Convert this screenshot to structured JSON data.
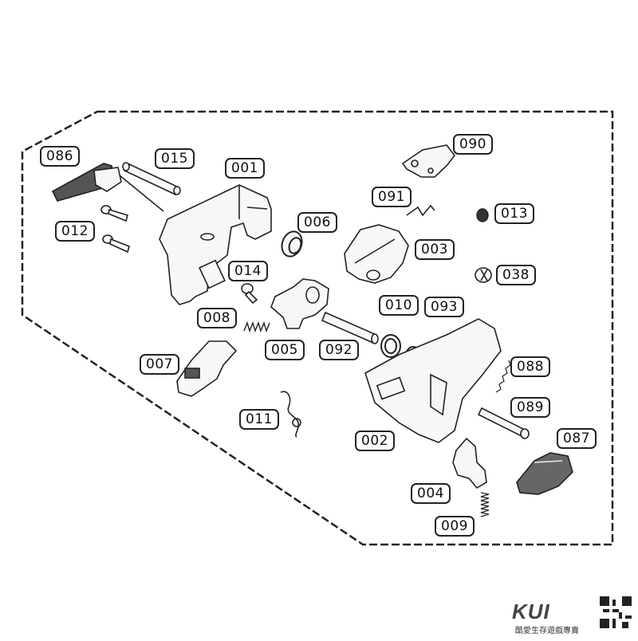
{
  "labels": {
    "p086": "086",
    "p015": "015",
    "p001": "001",
    "p012": "012",
    "p006": "006",
    "p014": "014",
    "p008": "008",
    "p005": "005",
    "p092": "092",
    "p007": "007",
    "p011": "011",
    "p090": "090",
    "p091": "091",
    "p013": "013",
    "p003": "003",
    "p038": "038",
    "p010": "010",
    "p093": "093",
    "p088": "088",
    "p089": "089",
    "p002": "002",
    "p087": "087",
    "p004": "004",
    "p009": "009"
  },
  "watermark": {
    "brand": "KUI",
    "tagline": "酷愛生存遊戲專賣"
  },
  "colors": {
    "line": "#222222",
    "part_fill": "#f7f7f7",
    "shade": "#555555"
  }
}
